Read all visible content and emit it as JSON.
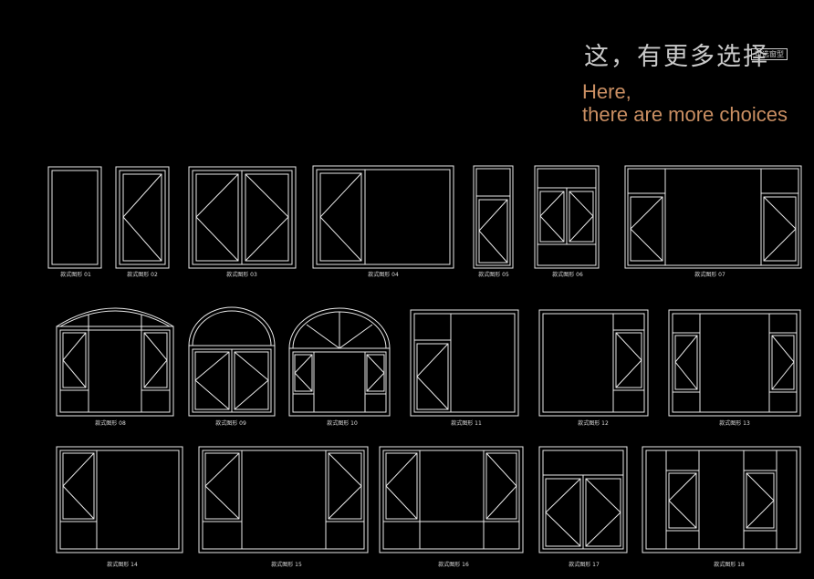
{
  "header": {
    "title_cn": "这，有更多选择",
    "badge": "可选窗型",
    "title_en_line1": "Here,",
    "title_en_line2": "there are more choices"
  },
  "styles": [
    "款式图形 01",
    "款式图形 02",
    "款式图形 03",
    "款式图形 04",
    "款式图形 05",
    "款式图形 06",
    "款式图形 07",
    "款式图形 08",
    "款式图形 09",
    "款式图形 10",
    "款式图形 11",
    "款式图形 12",
    "款式图形 13",
    "款式图形 14",
    "款式图形 15",
    "款式图形 16",
    "款式图形 17",
    "款式图形 18"
  ],
  "colors": {
    "background": "#000000",
    "line": "#e8e8e8",
    "accent": "#c98e62"
  }
}
